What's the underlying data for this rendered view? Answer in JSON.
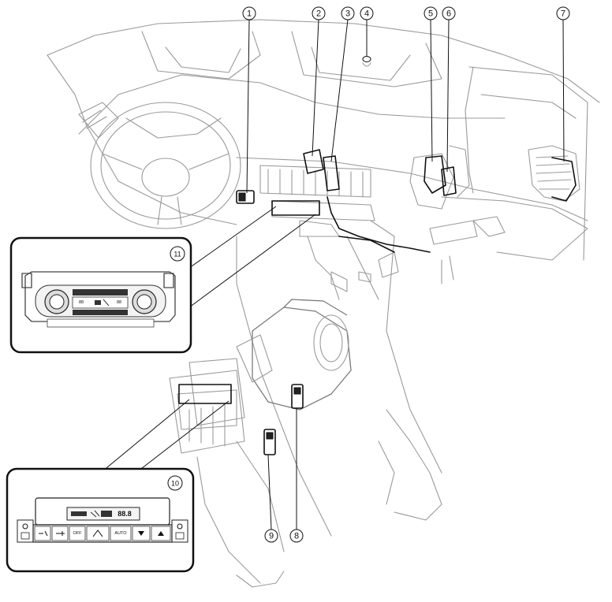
{
  "callouts": [
    {
      "id": "1",
      "label": "①"
    },
    {
      "id": "2",
      "label": "②"
    },
    {
      "id": "3",
      "label": "③"
    },
    {
      "id": "4",
      "label": "④"
    },
    {
      "id": "5",
      "label": "⑤"
    },
    {
      "id": "6",
      "label": "⑥"
    },
    {
      "id": "7",
      "label": "⑦"
    },
    {
      "id": "8",
      "label": "⑧"
    },
    {
      "id": "9",
      "label": "⑨"
    },
    {
      "id": "10",
      "label": "⑩"
    },
    {
      "id": "11",
      "label": "⑪"
    }
  ],
  "rear_panel": {
    "buttons": [
      "OFF",
      "AUTO"
    ],
    "display_value": "88.8"
  },
  "front_panel": {
    "display_left": "88",
    "display_right": "88"
  }
}
